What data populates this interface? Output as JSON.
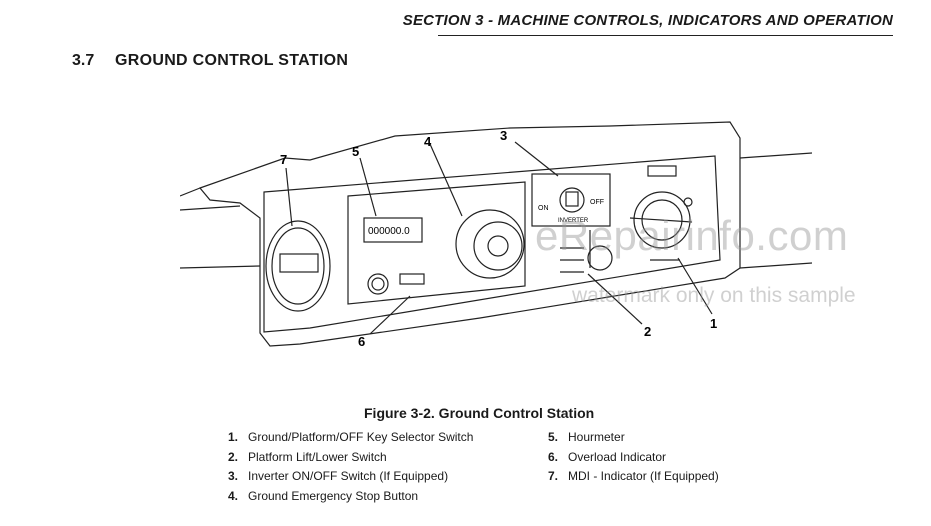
{
  "header": {
    "section_title": "SECTION 3 - MACHINE CONTROLS, INDICATORS AND OPERATION"
  },
  "section": {
    "number": "3.7",
    "title": "GROUND CONTROL STATION"
  },
  "figure": {
    "callouts": [
      "7",
      "5",
      "4",
      "3",
      "6",
      "2",
      "1"
    ],
    "hourmeter_reading": "000000.0",
    "inverter_on": "ON",
    "inverter_off": "OFF",
    "inverter_label": "INVERTER",
    "caption": "Figure 3-2.  Ground Control Station"
  },
  "legend": {
    "left": [
      {
        "num": "1.",
        "text": "Ground/Platform/OFF Key Selector Switch"
      },
      {
        "num": "2.",
        "text": "Platform Lift/Lower Switch"
      },
      {
        "num": "3.",
        "text": "Inverter ON/OFF Switch (If Equipped)"
      },
      {
        "num": "4.",
        "text": "Ground Emergency Stop Button"
      }
    ],
    "right": [
      {
        "num": "5.",
        "text": "Hourmeter"
      },
      {
        "num": "6.",
        "text": "Overload Indicator"
      },
      {
        "num": "7.",
        "text": "MDI - Indicator (If Equipped)"
      }
    ]
  },
  "watermark": {
    "main": "eRepairinfo.com",
    "sub": "watermark only on this sample"
  }
}
